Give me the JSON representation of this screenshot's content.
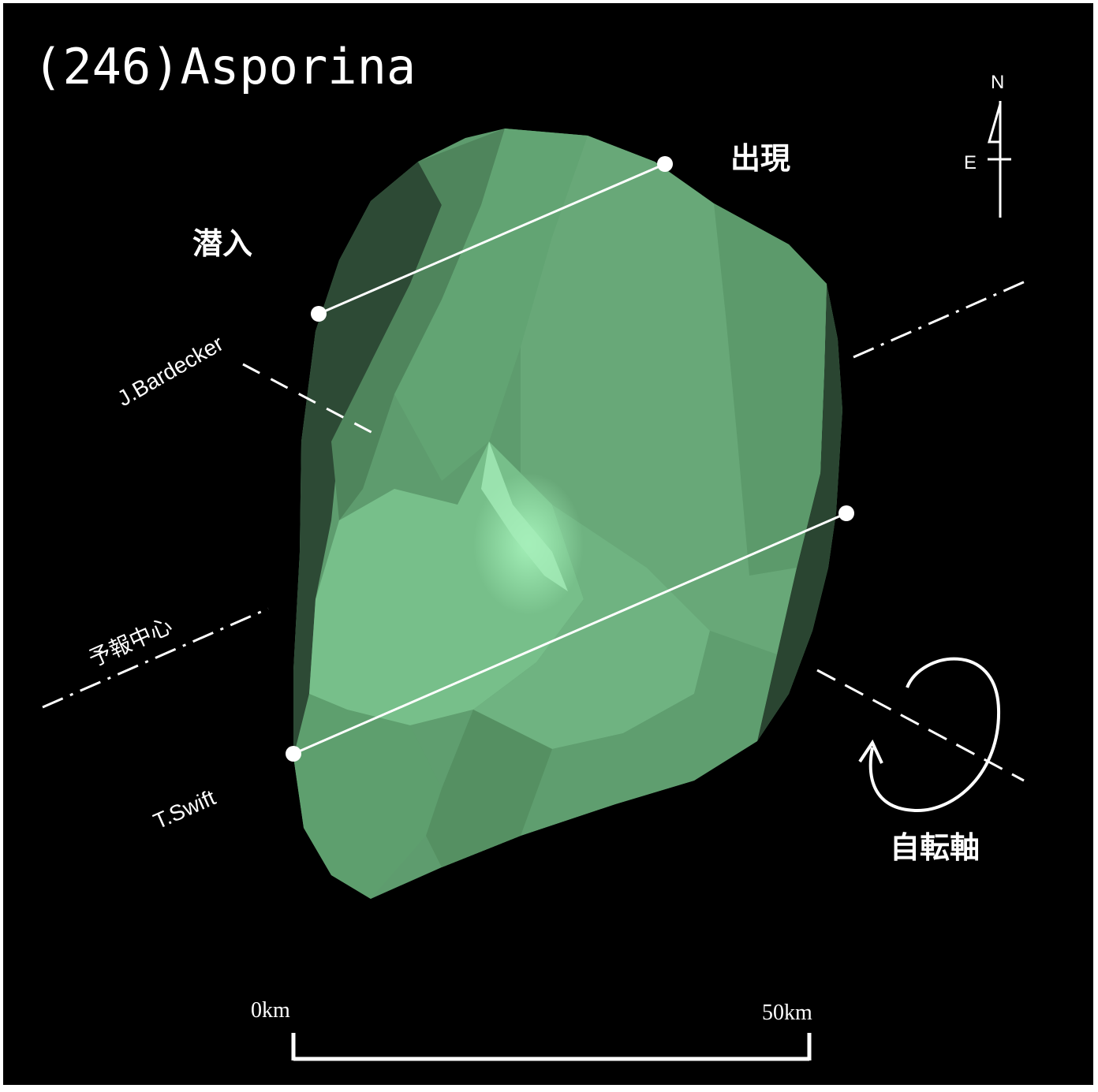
{
  "title": "(246)Asporina",
  "labels": {
    "disappearance": "潜入",
    "reappearance": "出現",
    "predicted_center": "予報中心",
    "rotation_axis": "自転軸"
  },
  "observers": [
    "J.Bardecker",
    "T.Swift"
  ],
  "compass": {
    "north": "N",
    "east": "E"
  },
  "scale": {
    "start": "0km",
    "end": "50km"
  },
  "colors": {
    "background": "#000000",
    "asteroid": "#6aa87a",
    "chords": "#ffffff"
  }
}
